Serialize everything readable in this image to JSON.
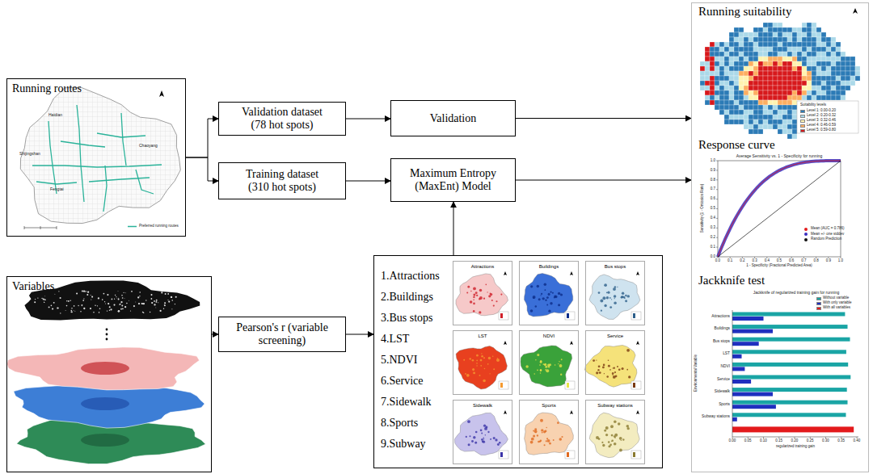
{
  "diagram": {
    "nodes": [
      {
        "text": [
          "Running routes"
        ]
      },
      {
        "text": [
          "Validation dataset (78 hot spots)"
        ]
      },
      {
        "text": [
          "Training dataset (310 hot spots)"
        ]
      },
      {
        "text": [
          "Validation"
        ]
      },
      {
        "text": [
          "Maximum Entropy (MaxEnt) Model"
        ]
      },
      {
        "text": [
          "Running suitability",
          "Response curve",
          "Jackknife test"
        ]
      },
      {
        "text": [
          "Variables"
        ]
      },
      {
        "text": [
          "Pearson's r (variable screening)"
        ]
      },
      {
        "text": [
          "1.Attractions",
          "2.Buildings",
          "3.Bus stops",
          "4.LST",
          "5.NDVI",
          "6.Service",
          "7.Sidewalk",
          "8.Sports",
          "9.Subway"
        ]
      },
      {
        "text": [
          "Attractions"
        ],
        "in": 8
      },
      {
        "text": [
          "Buildings"
        ],
        "in": 8
      },
      {
        "text": [
          "Bus stops"
        ],
        "in": 8
      },
      {
        "text": [
          "LST"
        ],
        "in": 8
      },
      {
        "text": [
          "NDVI"
        ],
        "in": 8
      },
      {
        "text": [
          "Service"
        ],
        "in": 8
      },
      {
        "text": [
          "Sidewalk"
        ],
        "in": 8
      },
      {
        "text": [
          "Sports"
        ],
        "in": 8
      },
      {
        "text": [
          "Subway stations"
        ],
        "in": 8
      }
    ],
    "edges": [
      {
        "from": 0,
        "to": 1,
        "arrow": "to"
      },
      {
        "from": 0,
        "to": 2,
        "arrow": "to"
      },
      {
        "from": 1,
        "to": 3,
        "arrow": "to"
      },
      {
        "from": 2,
        "to": 4,
        "arrow": "to"
      },
      {
        "from": 6,
        "to": 7,
        "arrow": "to"
      },
      {
        "from": 7,
        "to": 8,
        "arrow": "to"
      },
      {
        "from": 8,
        "to": 4,
        "arrow": "to"
      },
      {
        "from": 3,
        "to": 5,
        "arrow": "to"
      },
      {
        "from": 4,
        "to": 5,
        "arrow": "to"
      }
    ],
    "labels": [
      "Haidian",
      "Shijingshan",
      "Chaoyang",
      "Fengtai",
      "Preferred running routes",
      "Suitability levels",
      "Average Sensitivity vs. 1 - Specificity for running",
      "Sensitivity (1 - Omission Rate)",
      "1 - Specificity (Fractional Predicted Area)",
      "0.0",
      "0.1",
      "0.2",
      "0.3",
      "0.4",
      "0.5",
      "0.6",
      "0.7",
      "0.8",
      "0.9",
      "1.0",
      "0.0",
      "0.1",
      "0.2",
      "0.3",
      "0.4",
      "0.5",
      "0.6",
      "0.7",
      "0.8",
      "0.9",
      "1.0",
      "Jackknife of regularized training gain for running",
      "Environmental Variable",
      "regularized training gain",
      "Attractions",
      "Buildings",
      "Bus stops",
      "LST",
      "NDVI",
      "Service",
      "Sidewalk",
      "Sports",
      "Subway stations",
      "0.00",
      "0.05",
      "0.10",
      "0.15",
      "0.20",
      "0.25",
      "0.30",
      "0.35",
      "0.40"
    ],
    "legend": [
      {
        "text": "Level 1: 0.00-0.20",
        "color": "#2c7bb6"
      },
      {
        "text": "Level 2: 0.20-0.32",
        "color": "#abd9e9"
      },
      {
        "text": "Level 3: 0.32-0.46",
        "color": "#fff3b0"
      },
      {
        "text": "Level 4: 0.46-0.59",
        "color": "#fdae61"
      },
      {
        "text": "Level 5: 0.59-0.80",
        "color": "#d7191c"
      },
      {
        "text": "Mean (AUC = 0.786)",
        "color": "#e31a1c"
      },
      {
        "text": "Mean +/- one stddev",
        "color": "#3a2fc0"
      },
      {
        "text": "Random Prediction",
        "color": "#111111"
      },
      {
        "text": "Without variable",
        "color": "#1aa5a5"
      },
      {
        "text": "With only variable",
        "color": "#1f2fbf"
      },
      {
        "text": "With all variables",
        "color": "#e31a1c"
      }
    ]
  }
}
